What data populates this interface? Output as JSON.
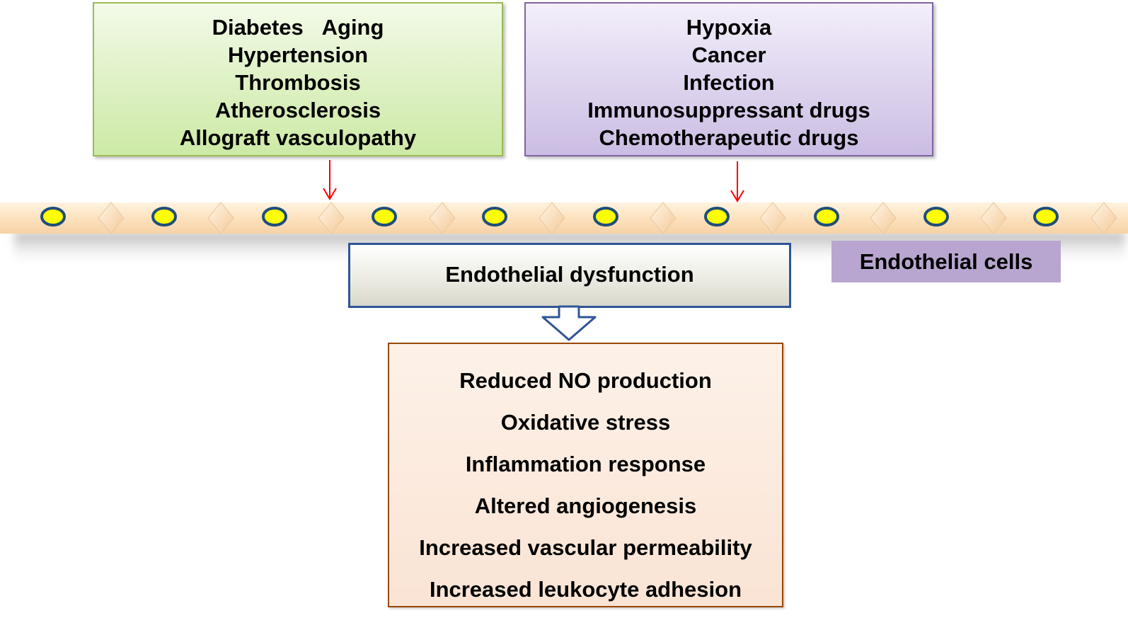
{
  "causes_left": {
    "lines": [
      "Diabetes   Aging",
      "Hypertension",
      "Thrombosis",
      "Atherosclerosis",
      "Allograft vasculopathy"
    ]
  },
  "causes_right": {
    "lines": [
      "Hypoxia",
      "Cancer",
      "Infection",
      "Immunosuppressant drugs",
      "Chemotherapeutic drugs"
    ]
  },
  "center": {
    "label": "Endothelial dysfunction"
  },
  "cells": {
    "label": "Endothelial cells"
  },
  "effects": {
    "lines": [
      "Reduced NO production",
      "Oxidative stress",
      "Inflammation response",
      "Altered angiogenesis",
      "Increased vascular permeability",
      "Increased leukocyte adhesion"
    ]
  },
  "colors": {
    "arrow": "#ff0000",
    "cell_nucleus_fill": "#ffff00",
    "cell_nucleus_stroke": "#1f4e79",
    "cell_layer": "#fde2bf",
    "dysfunction_border": "#2f5597",
    "effects_border": "#974806"
  }
}
